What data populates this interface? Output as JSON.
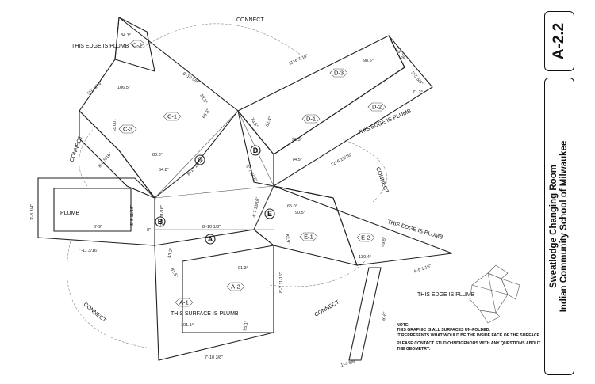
{
  "sheet_number": "A-2.2",
  "project": {
    "line1": "Sweatlodge Changing Room",
    "line2": "Indian Community School of Milwaukee"
  },
  "notes": {
    "label": "NOTE:",
    "line1": "THIS GRAPHIC IS ALL SURFACES UN-FOLDED.",
    "line2": "IT REPRESENTS WHAT WOULD BE THE INSIDE FACE OF THE SURFACE.",
    "line3": "PLEASE CONTACT STUDIO:INDIGENOUS WITH ANY QUESTIONS ABOUT",
    "line4": "THE GEOMETRY."
  },
  "callouts": {
    "edge_plumb_top": "THIS EDGE IS PLUMB",
    "edge_plumb_d2": "THIS EDGE IS PLUMB",
    "edge_plumb_e2": "THIS EDGE IS PLUMB",
    "edge_plumb_low": "THIS EDGE IS PLUMB",
    "surface_plumb": "THIS SURFACE IS PLUMB",
    "plumb": "PLUMB",
    "connect_top": "CONNECT",
    "connect_left": "CONNECT",
    "connect_right": "CONNECT",
    "connect_bottom_left": "CONNECT",
    "connect_bottom": "CONNECT"
  },
  "panels": {
    "A1": "A-1",
    "A2": "A-2",
    "B": "",
    "C1": "C-1",
    "C2": "C-2",
    "C3": "C-3",
    "D1": "D-1",
    "D2": "D-2",
    "D3": "D-3",
    "E1": "E-1",
    "E2": "E-2"
  },
  "fold_lines": {
    "A": "A",
    "B": "B",
    "C": "C",
    "D": "D",
    "E": "E"
  },
  "dimensions": {
    "d1": "34.1°",
    "d2": "8'-10 5/8\"",
    "d3": "11'-6 7/16\"",
    "d4": "2'-3 7/8\"",
    "d5": "98.5°",
    "d6": "5'-5 5/8\"",
    "d7": "5'-0 5/16\"",
    "d8": "106.5°",
    "d9": "93.5°",
    "d10": "71.2°",
    "d11": "100.2°",
    "d12": "69.3°",
    "d13": "73.5°",
    "d14": "82.4°",
    "d15": "90.5°",
    "d16": "12'-6 15/16\"",
    "d17": "83.8°",
    "d18": "74.5°",
    "d19": "54.8°",
    "d20": "8'-0 5/16\"",
    "d21": "8'-11 13/16\"",
    "d22": "6'-7 5/16\"",
    "d23": "3'-8 3/4\"",
    "d24": "3'-8 11/16\"",
    "d25": "2'-8 11/16\"",
    "d26": "4'-7 13/16\"",
    "d27": "65.0°",
    "d28": "90.5°",
    "d29": "6'-9\"",
    "d30": "8'-10 1/8\"",
    "d31": "82.9°",
    "d32": "8\"",
    "d33": "7'-11 3/16\"",
    "d34": "43.2°",
    "d35": "81.5°",
    "d36": "91.3°",
    "d37": "130.4°",
    "d38": "49.5°",
    "d39": "4'-9 1/16\"",
    "d40": "8'-2 11/16\"",
    "d41": "101.1°",
    "d42": "95.1°",
    "d43": "6'-8\"",
    "d44": "7'-10 3/8\"",
    "d45": "1'-4 5/8\""
  }
}
